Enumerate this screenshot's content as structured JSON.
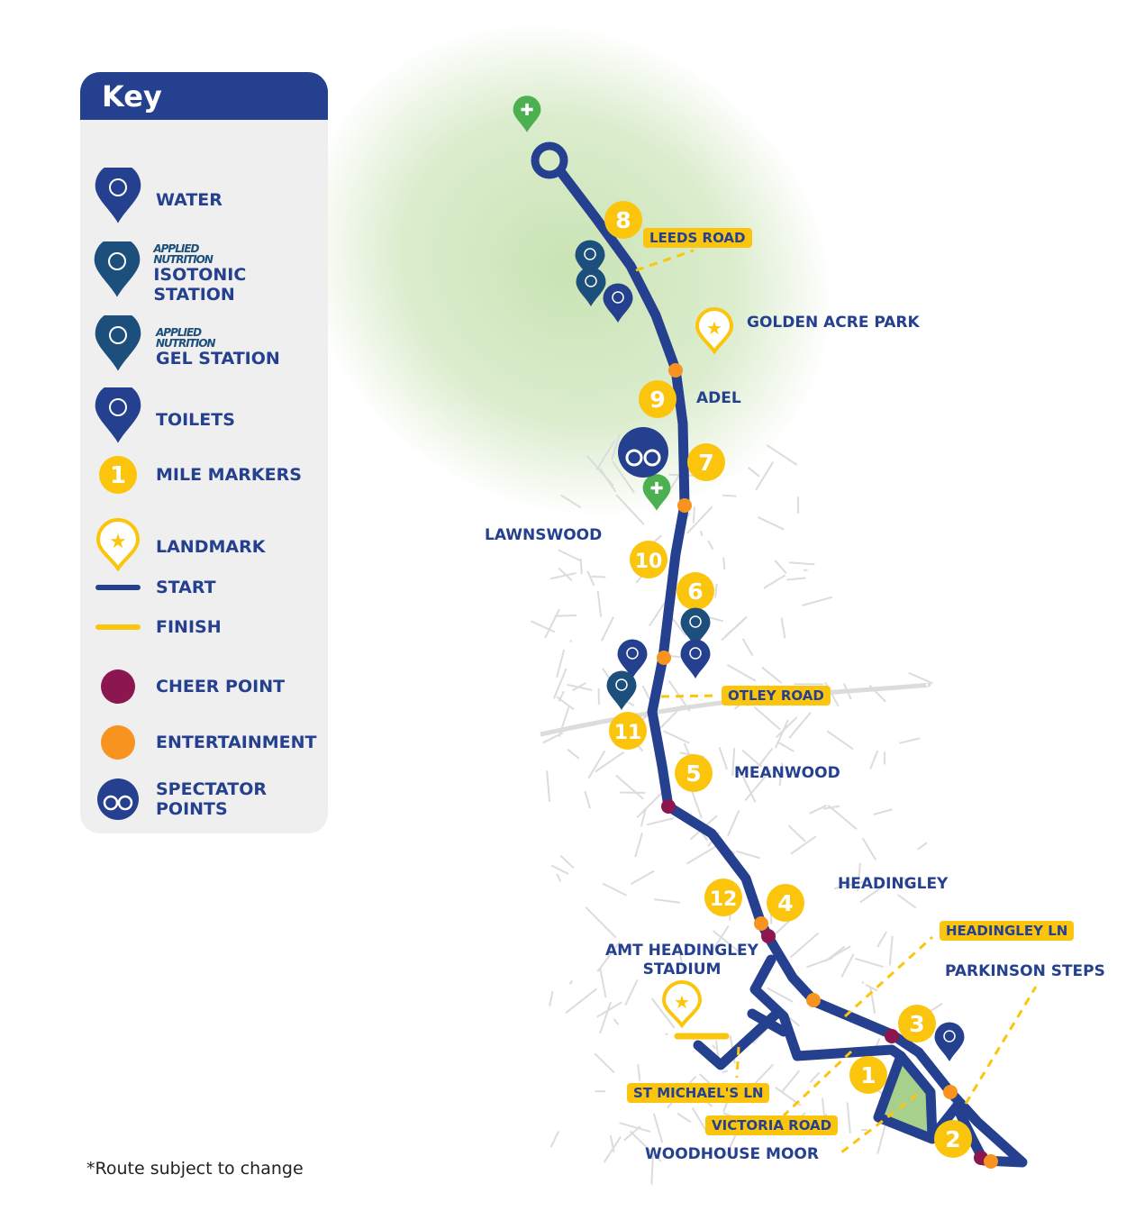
{
  "key": {
    "title": "Key",
    "items": [
      {
        "icon": "water-pin-icon",
        "label": "WATER"
      },
      {
        "icon": "isotonic-pin-icon",
        "brand": "APPLIED NUTRITION",
        "label": "ISOTONIC STATION"
      },
      {
        "icon": "gel-pin-icon",
        "brand": "APPLIED NUTRITION",
        "label": "GEL STATION"
      },
      {
        "icon": "toilets-pin-icon",
        "label": "TOILETS"
      },
      {
        "icon": "mile-marker-icon",
        "label": "MILE MARKERS",
        "sample": "1"
      },
      {
        "icon": "landmark-pin-icon",
        "label": "LANDMARK"
      },
      {
        "icon": "start-line-icon",
        "label": "START"
      },
      {
        "icon": "finish-line-icon",
        "label": "FINISH"
      },
      {
        "icon": "cheer-point-icon",
        "label": "CHEER POINT"
      },
      {
        "icon": "entertainment-icon",
        "label": "ENTERTAINMENT"
      },
      {
        "icon": "binoculars-icon",
        "label": "SPECTATOR POINTS"
      }
    ]
  },
  "colors": {
    "navy": "#24408e",
    "yellow": "#fcc50d",
    "orange": "#f7931e",
    "cheer": "#8b1650",
    "medical": "#4caf50",
    "park": "#a8d08d"
  },
  "places": {
    "golden_acre": "GOLDEN ACRE PARK",
    "adel": "ADEL",
    "lawnswood": "LAWNSWOOD",
    "meanwood": "MEANWOOD",
    "headingley": "HEADINGLEY",
    "stadium": "AMT HEADINGLEY STADIUM",
    "parkinson": "PARKINSON STEPS",
    "woodhouse": "WOODHOUSE MOOR"
  },
  "roads": {
    "leeds": "LEEDS ROAD",
    "otley": "OTLEY ROAD",
    "headingley_ln": "HEADINGLEY LN",
    "st_michaels": "ST MICHAEL'S LN",
    "victoria": "VICTORIA ROAD"
  },
  "miles": [
    "1",
    "2",
    "3",
    "4",
    "5",
    "6",
    "7",
    "8",
    "9",
    "10",
    "11",
    "12"
  ],
  "note": "*Route subject to change"
}
